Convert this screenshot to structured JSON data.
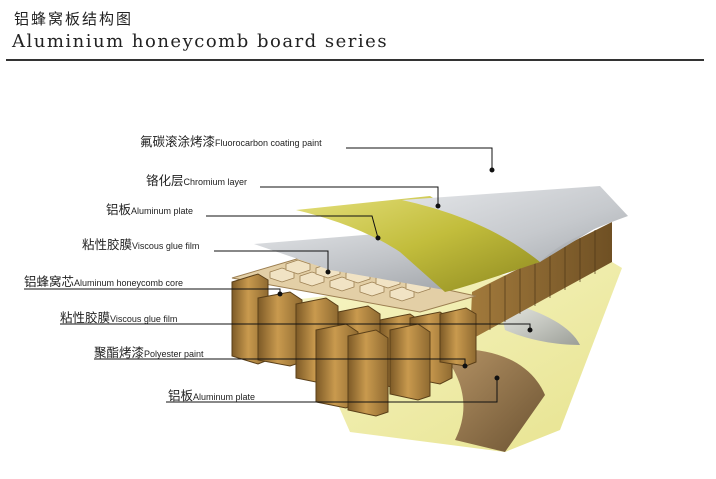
{
  "header": {
    "title_cn": "铝蜂窝板结构图",
    "title_en": "Aluminium honeycomb board series"
  },
  "layers": [
    {
      "id": "fluorocarbon",
      "cn": "氟碳滚涂烤漆",
      "en": "Fluorocarbon coating paint"
    },
    {
      "id": "chromium",
      "cn": "铬化层",
      "en": "Chromium layer"
    },
    {
      "id": "alu-top",
      "cn": "铝板",
      "en": "Aluminum plate"
    },
    {
      "id": "glue-top",
      "cn": "粘性胶膜",
      "en": "Viscous glue film"
    },
    {
      "id": "core",
      "cn": "铝蜂窝芯",
      "en": "Aluminum honeycomb core"
    },
    {
      "id": "glue-bottom",
      "cn": "粘性胶膜",
      "en": "Viscous glue film"
    },
    {
      "id": "polyester",
      "cn": "聚酯烤漆",
      "en": "Polyester paint"
    },
    {
      "id": "alu-bottom",
      "cn": "铝板",
      "en": "Aluminum plate"
    }
  ],
  "colors": {
    "coating": "#c6c9cd",
    "chromium": "#c2bd3c",
    "aluminum": "#b3b6ba",
    "honeycomb_side": "#a27a3c",
    "honeycomb_light": "#c99a4e",
    "honeycomb_top": "#e3cfa6",
    "polyester": "#f2efa8",
    "polyester_gloss": "#8a6f45"
  }
}
